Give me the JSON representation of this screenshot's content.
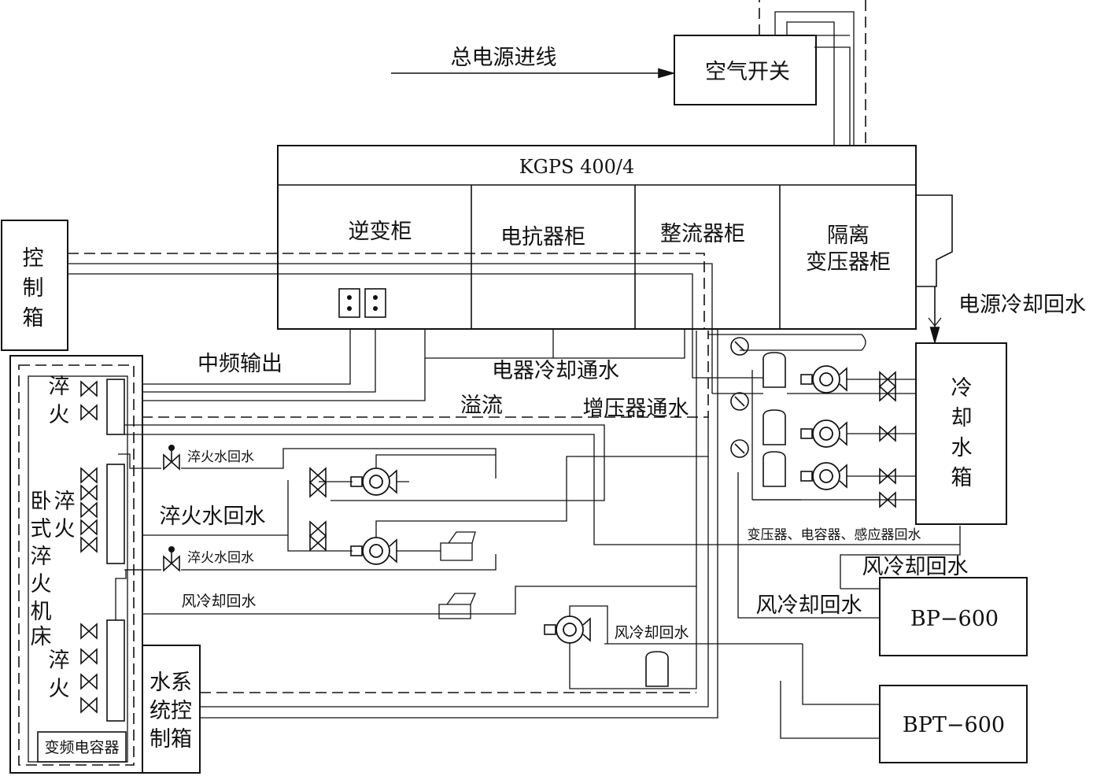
{
  "diagram": {
    "main_unit": "KGPS 400/4",
    "power_in": "总电源进线",
    "air_switch": "空气开关",
    "cabinets": {
      "inverter": "逆变柜",
      "reactor": "电抗器柜",
      "rectifier": "整流器柜",
      "isolation_line1": "隔离",
      "isolation_line2": "变压器柜"
    },
    "control_box_chars": [
      "控",
      "制",
      "箱"
    ],
    "mid_freq_output": "中频输出",
    "electric_cooling_water": "电器冷却通水",
    "overflow": "溢流",
    "booster_water": "增压器通水",
    "power_cooling_return": "电源冷却回水",
    "cooling_tank_chars": [
      "冷",
      "却",
      "水",
      "箱"
    ],
    "quench_return_small_1": "淬火水回水",
    "quench_return_big": "淬火水回水",
    "quench_return_small_2": "淬火水回水",
    "air_cooling_return_1": "风冷却回水",
    "air_cooling_return_2": "风冷却回水",
    "air_cooling_return_3": "风冷却回水",
    "air_cooling_return_4": "风冷却回水",
    "transformer_return": "变压器、电容器、感应器回水",
    "bp600": "BP−600",
    "bpt600": "BPT−600",
    "quench_top": [
      "淬",
      "火"
    ],
    "machine_chars": [
      "卧",
      "式",
      "淬",
      "火",
      "机",
      "床"
    ],
    "quench_mid_chars": [
      "淬",
      "火"
    ],
    "quench_bottom": [
      "淬",
      "火"
    ],
    "water_ctrl_chars": [
      "水系",
      "统控",
      "制箱"
    ],
    "vf_capacitor": "变频电容器"
  }
}
